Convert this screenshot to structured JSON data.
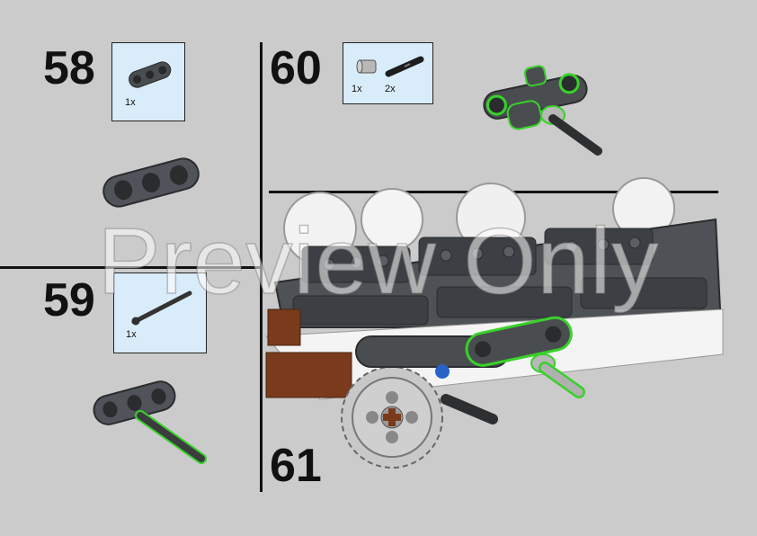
{
  "steps": [
    {
      "number": "58",
      "parts": [
        {
          "qty": "1x",
          "icon": "liftarm-3-icon"
        }
      ]
    },
    {
      "number": "59",
      "parts": [
        {
          "qty": "1x",
          "icon": "axle-pin-icon"
        }
      ]
    },
    {
      "number": "60",
      "parts": [
        {
          "qty": "1x",
          "icon": "bush-icon"
        },
        {
          "qty": "2x",
          "icon": "connector-peg-icon"
        }
      ]
    },
    {
      "number": "61",
      "parts": []
    }
  ],
  "watermark": "Preview Only",
  "colors": {
    "background": "#cbcbcb",
    "part_box": "#d9ecf9",
    "dark_gray_brick": "#4a4d50",
    "highlight": "#39d12a",
    "reddish_brown": "#7a3a1c",
    "light_gray": "#b8b8b8"
  }
}
